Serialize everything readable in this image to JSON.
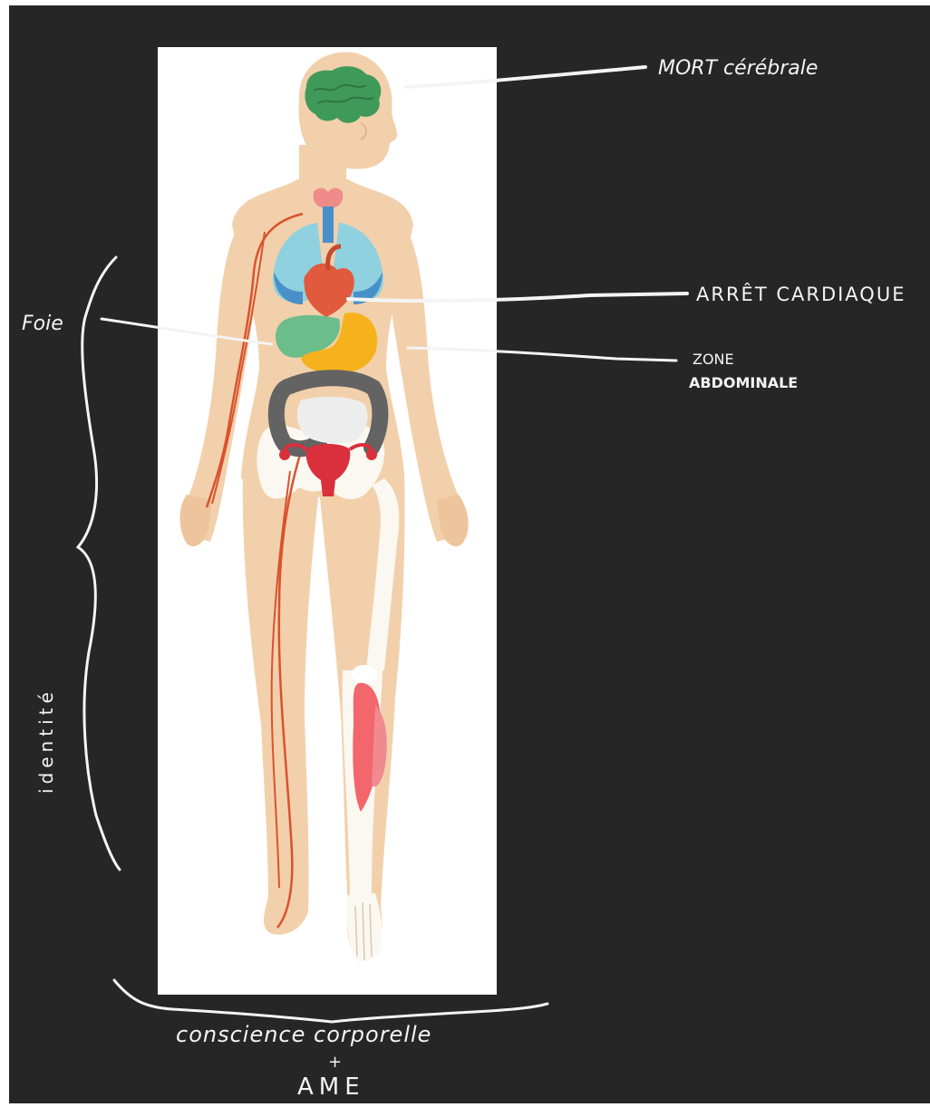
{
  "annotations": {
    "brain_death": "MORT cérébrale",
    "cardiac_arrest": "ARRÊT CARDIAQUE",
    "abdominal_zone_line1": "ZONE",
    "abdominal_zone_line2": "ABDOMINALE",
    "liver": "Foie",
    "identity": "identité",
    "body_awareness": "conscience corporelle",
    "plus": "+",
    "soul": "AME"
  },
  "colors": {
    "board": "#262626",
    "panel": "#ffffff",
    "ink": "#f4f4f4",
    "skin": "#f2d0ab",
    "brain": "#3f9a59",
    "lungs": "#8fd1de",
    "heart": "#e25a3d",
    "liver": "#6bbd8a",
    "stomach": "#f5b21c",
    "intestine": "#636363",
    "uterus": "#d9303c",
    "muscle": "#f2666c",
    "blood_vessel": "#d9532e",
    "thyroid": "#f08b8b"
  }
}
